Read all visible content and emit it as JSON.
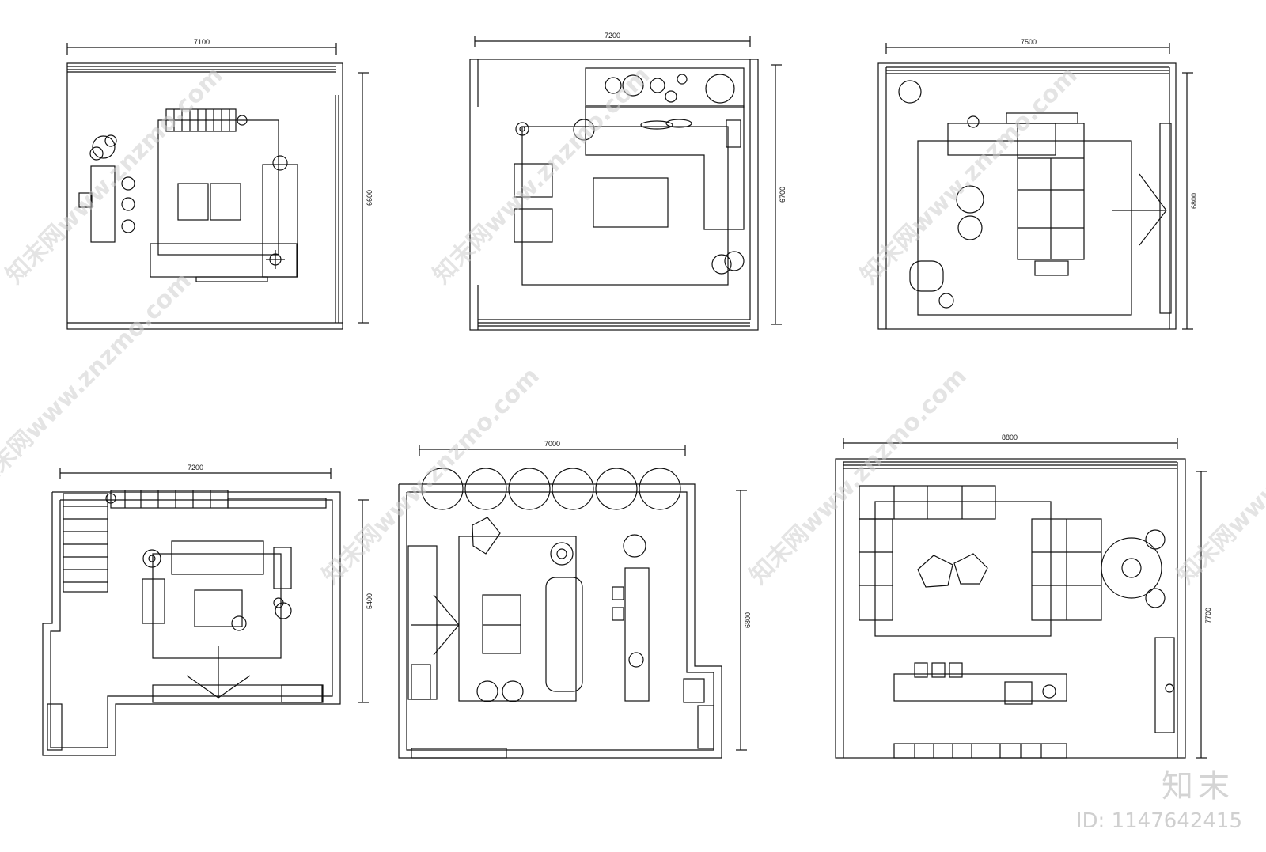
{
  "plans": [
    {
      "width_label": "7100",
      "height_label": "6600"
    },
    {
      "width_label": "7200",
      "height_label": "6700"
    },
    {
      "width_label": "7500",
      "height_label": "6800"
    },
    {
      "width_label": "7200",
      "height_label": "5400"
    },
    {
      "width_label": "7000",
      "height_label": "6800"
    },
    {
      "width_label": "8800",
      "height_label": "7700"
    }
  ],
  "watermark": {
    "text": "知末网www.znzmo.com",
    "brand": "知末",
    "id": "ID: 1147642415"
  }
}
